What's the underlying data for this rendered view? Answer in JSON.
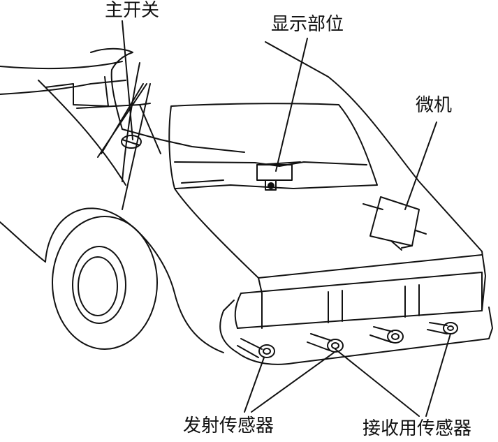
{
  "labels": {
    "main_switch": "主开关",
    "display": "显示部位",
    "microcomputer": "微机",
    "emitter_sensor": "发射传感器",
    "receiver_sensor": "接收用传感器"
  },
  "colors": {
    "ink": "#111111",
    "background": "#ffffff"
  }
}
